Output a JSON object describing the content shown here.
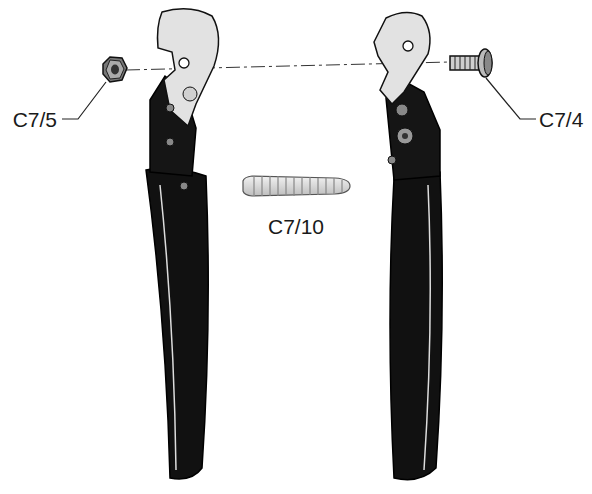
{
  "diagram": {
    "labels": [
      "C7/5",
      "C7/4",
      "C7/10"
    ]
  }
}
